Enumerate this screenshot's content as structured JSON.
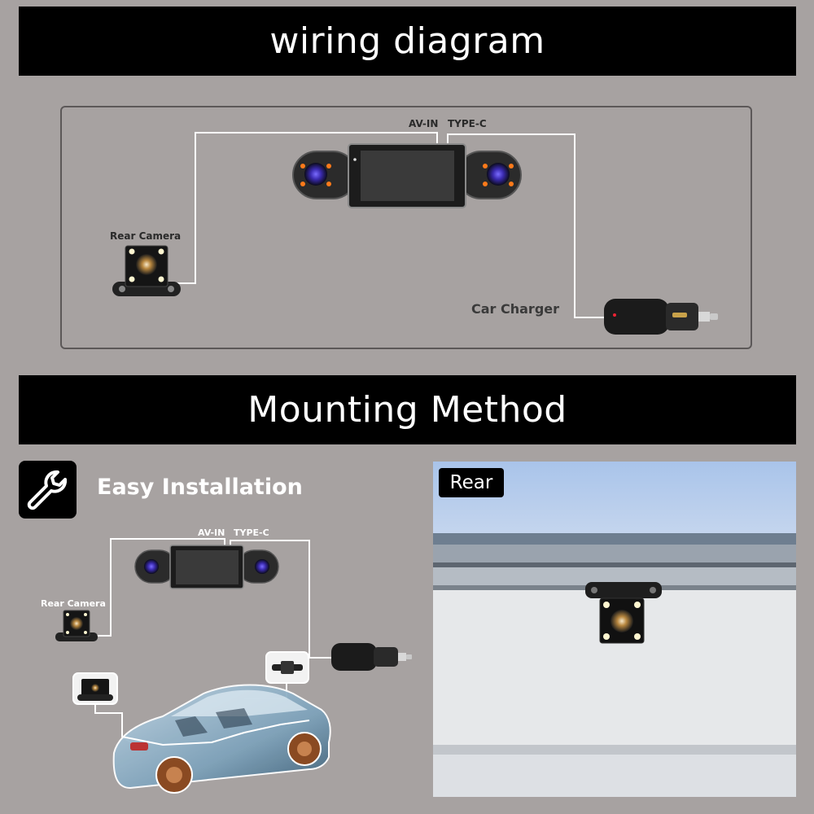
{
  "wiring": {
    "title": "wiring diagram",
    "av_in": "AV-IN",
    "type_c": "TYPE-C",
    "rear_camera": "Rear Camera",
    "car_charger": "Car Charger"
  },
  "mounting": {
    "title": "Mounting Method",
    "easy_installation": "Easy Installation",
    "av_in": "AV-IN",
    "type_c": "TYPE-C",
    "rear_camera": "Rear Camera",
    "rear_tag": "Rear"
  },
  "icons": {
    "wrench": "wrench-icon"
  },
  "colors": {
    "background": "#a7a2a1",
    "banner": "#000000",
    "banner_text": "#ffffff",
    "wire": "#ffffff"
  }
}
